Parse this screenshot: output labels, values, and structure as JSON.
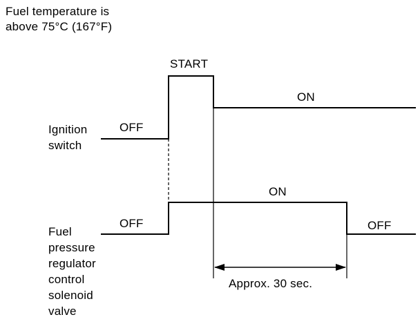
{
  "heading": {
    "line1": "Fuel temperature is",
    "line2": "above 75°C (167°F)"
  },
  "ignition_switch": {
    "label_line1": "Ignition",
    "label_line2": "switch",
    "state_off": "OFF",
    "state_start": "START",
    "state_on": "ON"
  },
  "solenoid_valve": {
    "label_lines": [
      "Fuel",
      "pressure",
      "regulator",
      "control",
      "solenoid",
      "valve"
    ],
    "state_off_before": "OFF",
    "state_on": "ON",
    "state_off_after": "OFF"
  },
  "duration": {
    "label": "Approx. 30 sec."
  },
  "colors": {
    "line": "#000000",
    "background": "#ffffff"
  }
}
